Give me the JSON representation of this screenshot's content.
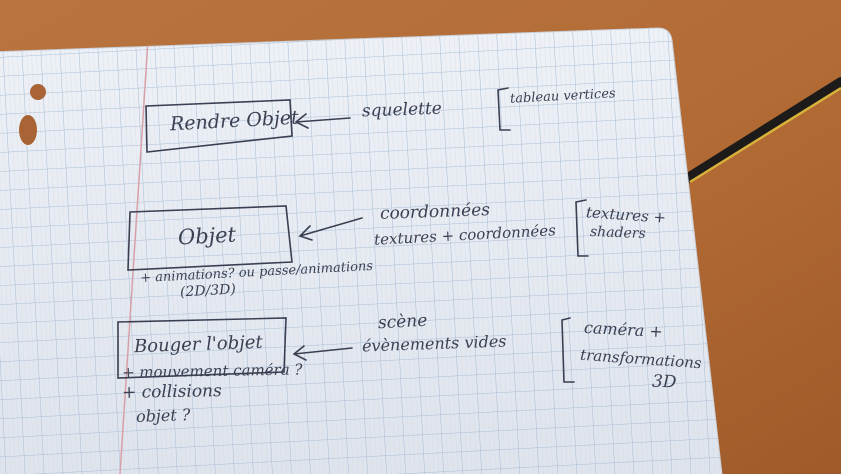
{
  "colors": {
    "desk": "#b26a34",
    "paper": "#e9ecf3",
    "grid": "#a9bfd6",
    "margin_line": "#d7a0a8",
    "ink": "#3b3f52",
    "pencil_body": "#1c1b1a",
    "pencil_stripe": "#d8b23a"
  },
  "notes": {
    "box1_label": "Rendre Objet",
    "box1_input": "squelette",
    "box1_bracket": "tableau vertices",
    "box2_label": "Objet",
    "box2_input_line1": "coordonnées",
    "box2_input_line2": "textures + coordonnées",
    "box2_bracket_line1": "textures +",
    "box2_bracket_line2": "shaders",
    "box2_note_line1": "+ animations? ou passe/animations",
    "box2_note_line2": "(2D/3D)",
    "box3_label": "Bouger l'objet",
    "box3_input_line1": "scène",
    "box3_input_line2": "évènements vides",
    "box3_bracket_line1": "caméra +",
    "box3_bracket_line2": "transformations",
    "box3_bracket_line3": "3D",
    "box3_note_line1": "+ mouvement caméra ?",
    "box3_note_line2": "+ collisions",
    "box3_note_line3": "objet ?"
  }
}
